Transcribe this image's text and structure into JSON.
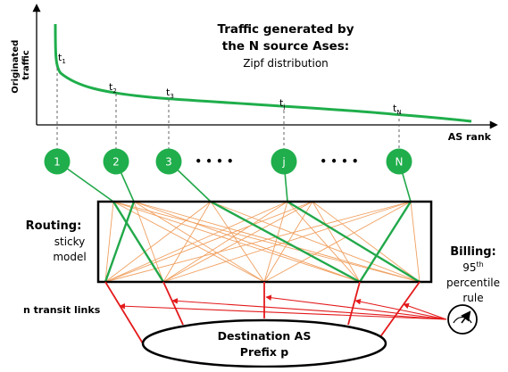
{
  "title": {
    "line1": "Traffic generated by",
    "line2": "the N source Ases:",
    "line3": "Zipf distribution"
  },
  "axes": {
    "y_label_line1": "Originated",
    "y_label_line2": "traffic",
    "x_label": "AS rank"
  },
  "curve_markers": [
    "t1",
    "t2",
    "t3",
    "tj",
    "tN"
  ],
  "source_nodes": [
    "1",
    "2",
    "3",
    "j",
    "N"
  ],
  "ellipsis": "• • • •",
  "routing": {
    "title": "Routing:",
    "line1": "sticky",
    "line2": "model"
  },
  "billing": {
    "title": "Billing:",
    "line1_base": "95",
    "line1_sup": "th",
    "line2": "percentile",
    "line3": "rule"
  },
  "transit_label": "n transit links",
  "destination": {
    "line1": "Destination AS",
    "line2": "Prefix  p"
  },
  "colors": {
    "green": "#1fae4b",
    "green_line": "#22a84a",
    "orange": "#f0a060",
    "red": "#e3191b",
    "black": "#000000"
  }
}
